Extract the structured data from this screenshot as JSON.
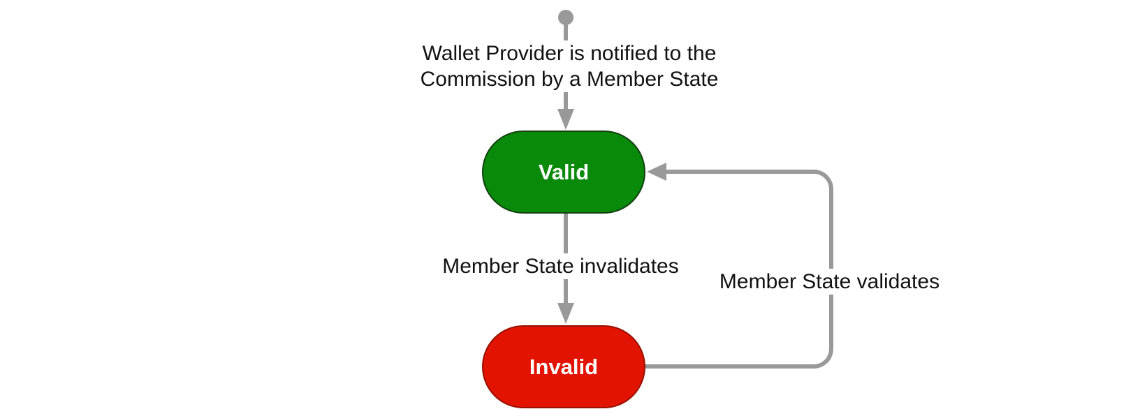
{
  "diagram": {
    "type": "state-diagram",
    "background": "#ffffff",
    "colors": {
      "edge": "#999999",
      "valid_fill": "#0a8a0a",
      "valid_border": "#12400f",
      "invalid_fill": "#e21300",
      "invalid_border": "#991000",
      "label_text": "#111111",
      "state_text": "#ffffff"
    },
    "states": [
      {
        "id": "valid",
        "label": "Valid"
      },
      {
        "id": "invalid",
        "label": "Invalid"
      }
    ],
    "start_transition_label": {
      "line1": "Wallet Provider is notified to the",
      "line2": "Commission by a Member State"
    },
    "transitions": [
      {
        "from": "start",
        "to": "valid",
        "label": "Wallet Provider is notified to the Commission by a Member State"
      },
      {
        "from": "valid",
        "to": "invalid",
        "label": "Member State invalidates"
      },
      {
        "from": "invalid",
        "to": "valid",
        "label": "Member State validates"
      }
    ]
  }
}
